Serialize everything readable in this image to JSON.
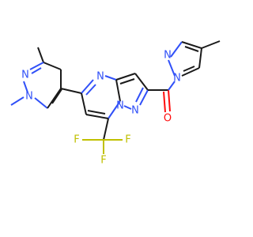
{
  "colors": {
    "carbon": "#1a1a1a",
    "nitrogen": "#3050f8",
    "oxygen": "#ff0d0d",
    "fluorine": "#c0c000",
    "background": "#ffffff"
  },
  "atoms": {
    "pyrazole1_n1": "N",
    "pyrazole1_n2": "N",
    "pyrimidine_n": "N",
    "bridge_n": "N",
    "pyrazolo_n": "N",
    "pyrazole2_n1": "N",
    "pyrazole2_n2": "N",
    "carbonyl_o": "O",
    "f1": "F",
    "f2": "F",
    "f3": "F"
  }
}
